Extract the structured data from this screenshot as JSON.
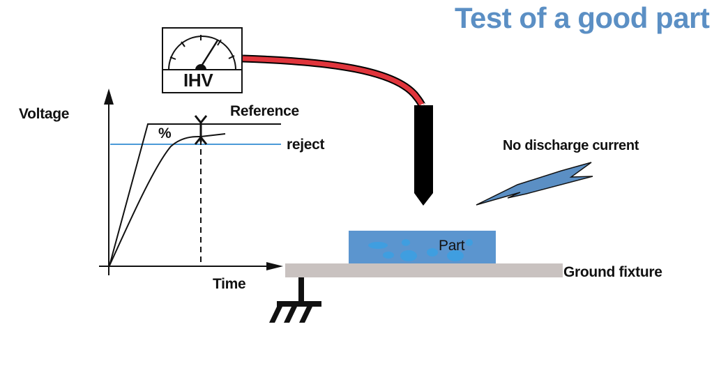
{
  "title": "Test of a good part",
  "meter": {
    "label": "IHV"
  },
  "graph": {
    "y_axis_label": "Voltage",
    "x_axis_label": "Time",
    "reference_label": "Reference",
    "reject_label": "reject",
    "percent_label": "%"
  },
  "labels": {
    "no_discharge": "No discharge current",
    "part": "Part",
    "ground_fixture": "Ground fixture"
  },
  "colors": {
    "title": "#5b8fc4",
    "cable": "#e0353c",
    "reject_line": "#4a9ad8",
    "part": "#5b95cf",
    "part_spots": "#3f9ee0",
    "fixture": "#c9c2c0",
    "spark": "#5b8fc4"
  }
}
